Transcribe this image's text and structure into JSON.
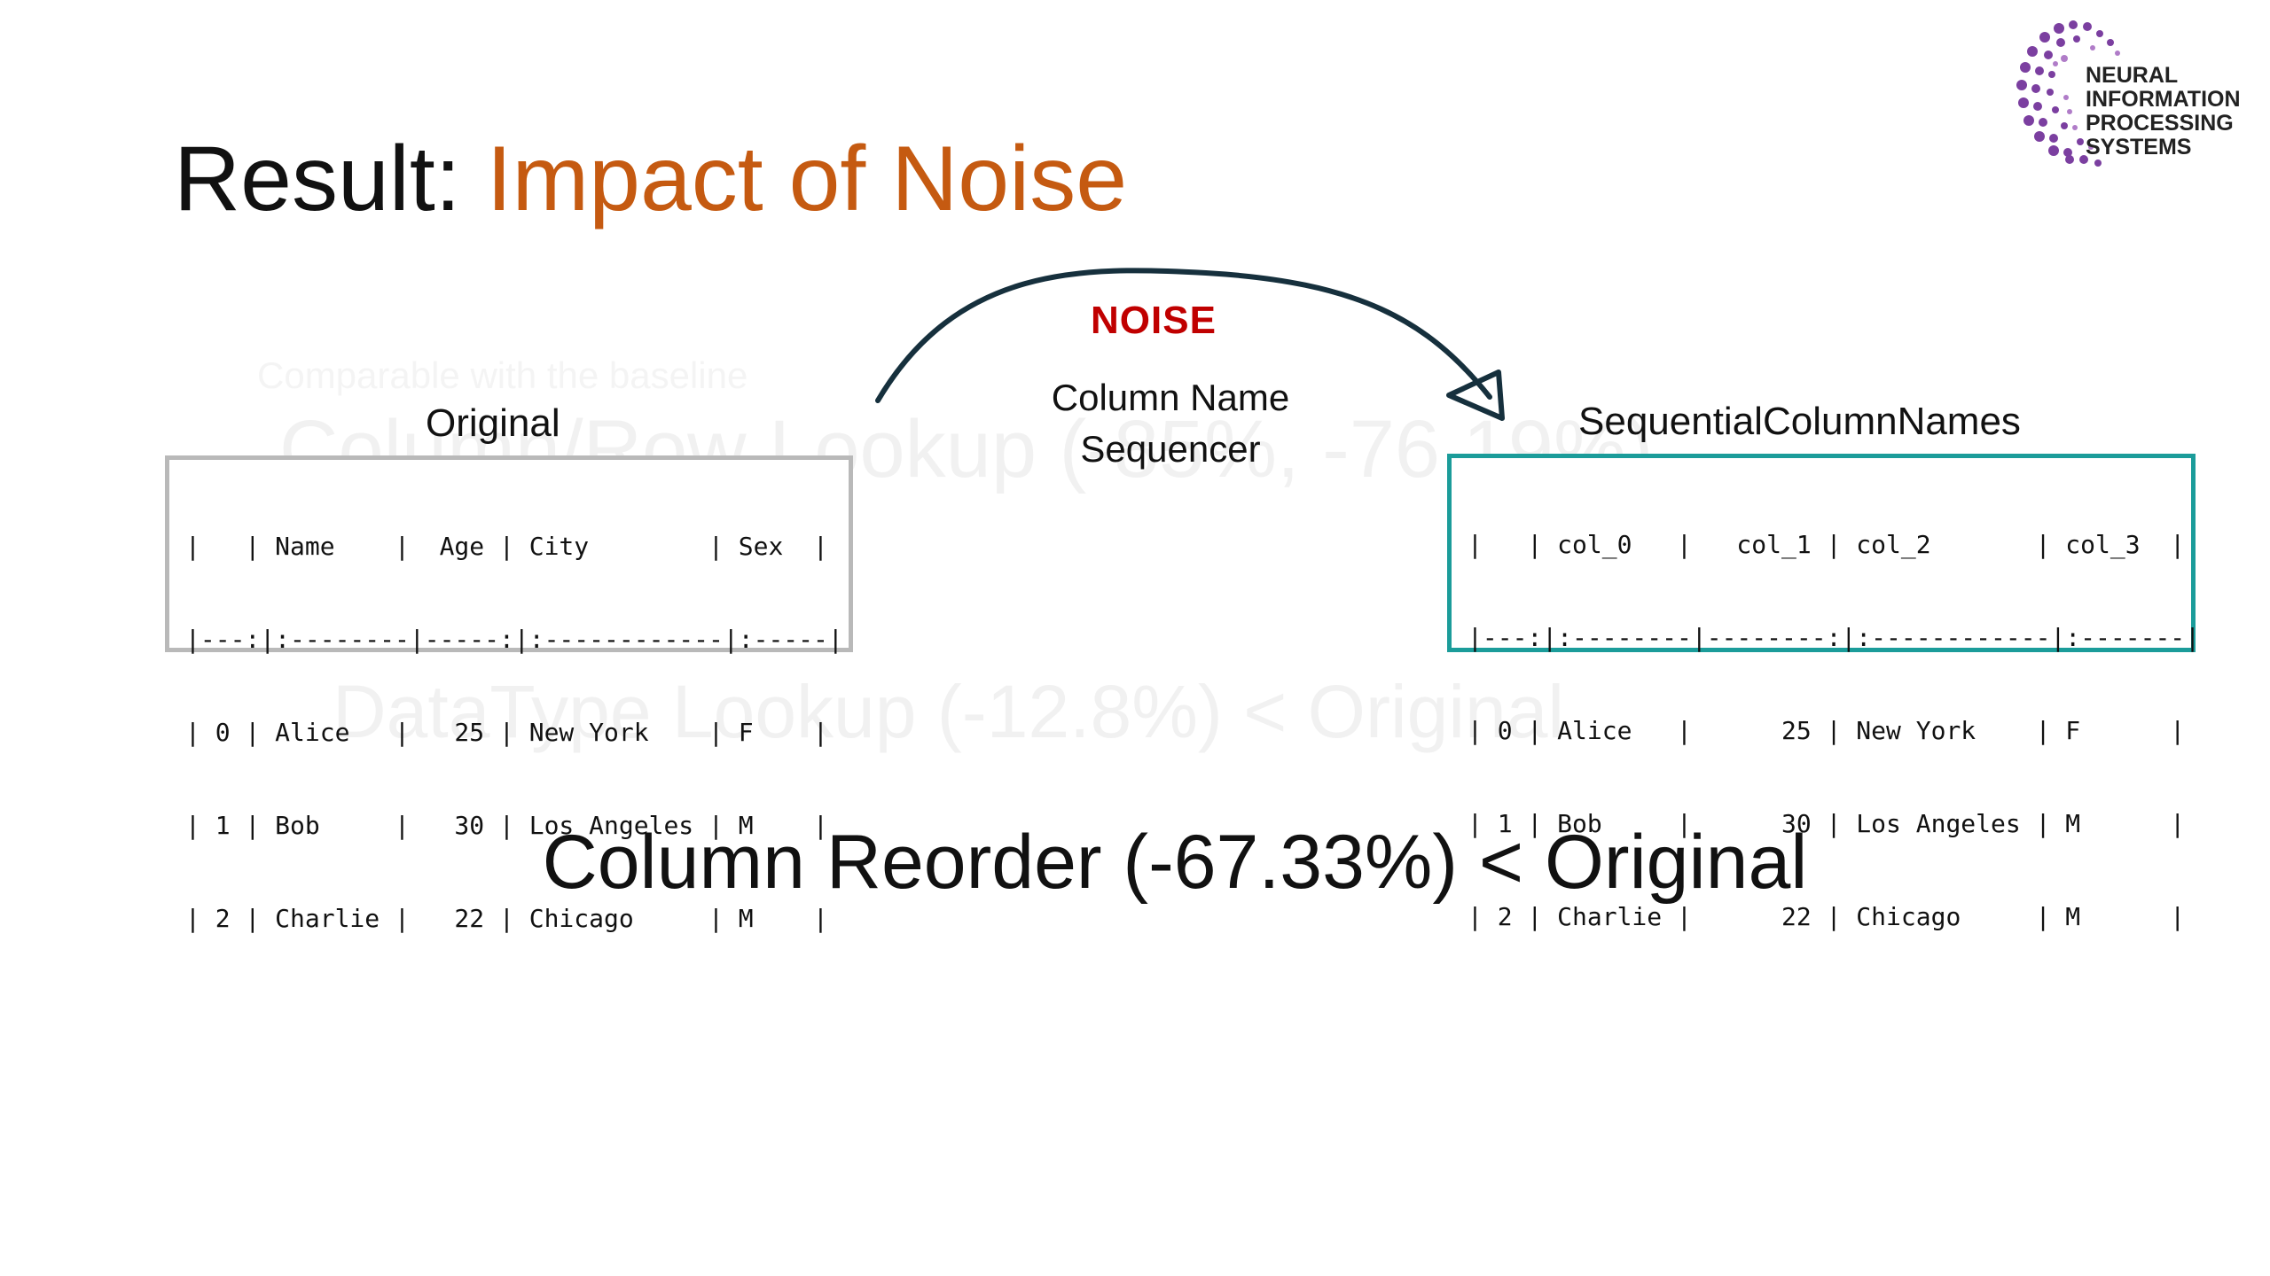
{
  "title": {
    "prefix": "Result: ",
    "accent": "Impact of Noise"
  },
  "logo": {
    "lines": [
      "NEURAL",
      "INFORMATION",
      "PROCESSING",
      "SYSTEMS"
    ]
  },
  "background_fade": [
    "Comparable with the baseline",
    "Column/Row Lookup (-85%, -76.19%)",
    "DataType Lookup (-12.8%) < Original"
  ],
  "original": {
    "label": "Original",
    "lines": [
      "|   | Name    |  Age | City        | Sex  |",
      "|---:|:--------|-----:|:------------|:-----|",
      "| 0 | Alice   |   25 | New York    | F    |",
      "| 1 | Bob     |   30 | Los Angeles | M    |",
      "| 2 | Charlie |   22 | Chicago     | M    |"
    ]
  },
  "noise": {
    "label": "NOISE",
    "transform": [
      "Column Name",
      "Sequencer"
    ]
  },
  "sequential": {
    "label": "SequentialColumnNames",
    "lines": [
      "|   | col_0   |   col_1 | col_2       | col_3  |",
      "|---:|:--------|--------:|:------------|:-------|",
      "| 0 | Alice   |      25 | New York    | F      |",
      "| 1 | Bob     |      30 | Los Angeles | M      |",
      "| 2 | Charlie |      22 | Chicago     | M      |"
    ]
  },
  "result": "Column Reorder (-67.33%) < Original",
  "colors": {
    "accent": "#c55a11",
    "noise": "#c00000",
    "teal_border": "#1b9c9a",
    "gray_border": "#b9b9b9"
  }
}
